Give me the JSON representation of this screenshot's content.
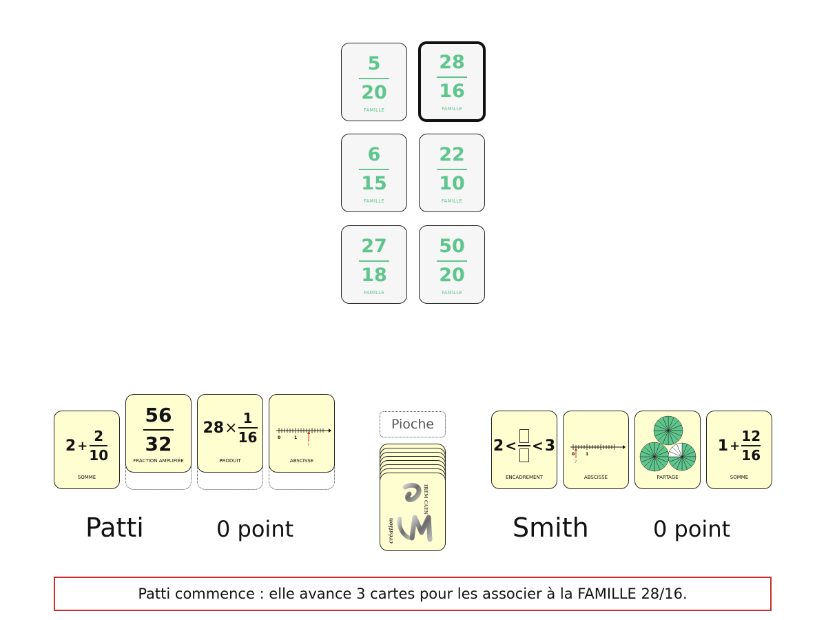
{
  "family_cards": [
    {
      "num": "5",
      "den": "20",
      "label": "FAMILLE",
      "selected": false
    },
    {
      "num": "28",
      "den": "16",
      "label": "FAMILLE",
      "selected": true
    },
    {
      "num": "6",
      "den": "15",
      "label": "FAMILLE",
      "selected": false
    },
    {
      "num": "22",
      "den": "10",
      "label": "FAMILLE",
      "selected": false
    },
    {
      "num": "27",
      "den": "18",
      "label": "FAMILLE",
      "selected": false
    },
    {
      "num": "50",
      "den": "20",
      "label": "FAMILLE",
      "selected": false
    }
  ],
  "player1": {
    "name": "Patti",
    "score": "0 point",
    "cards": {
      "somme": {
        "whole": "2",
        "op": "+",
        "num": "2",
        "den": "10",
        "label": "SOMME"
      },
      "amplifiee": {
        "num": "56",
        "den": "32",
        "label": "FRACTION AMPLIFIÉE"
      },
      "produit": {
        "factor": "28",
        "op": "×",
        "num": "1",
        "den": "16",
        "label": "PRODUIT"
      },
      "abscisse": {
        "zero": "0",
        "one": "1",
        "mark": "?",
        "label": "ABSCISSE"
      }
    }
  },
  "player2": {
    "name": "Smith",
    "score": "0 point",
    "cards": {
      "encadrement": {
        "left": "2",
        "lt1": "<",
        "lt2": "<",
        "right": "3",
        "label": "ENCADREMENT"
      },
      "abscisse": {
        "zero": "0",
        "one": "1",
        "mark": "?",
        "label": "ABSCISSE"
      },
      "partage": {
        "label": "PARTAGE"
      },
      "somme": {
        "whole": "1",
        "op": "+",
        "num": "12",
        "den": "16",
        "label": "SOMME"
      }
    }
  },
  "pioche": {
    "label": "Pioche",
    "logo_text": {
      "top": "IREM CAEN",
      "bottom": "création"
    }
  },
  "message": "Patti commence : elle avance 3 cartes pour les associer à la FAMILLE 28/16.",
  "colors": {
    "family_green": "#5ec58c",
    "card_yellow": "#fffed0",
    "message_border": "#c9302c"
  }
}
